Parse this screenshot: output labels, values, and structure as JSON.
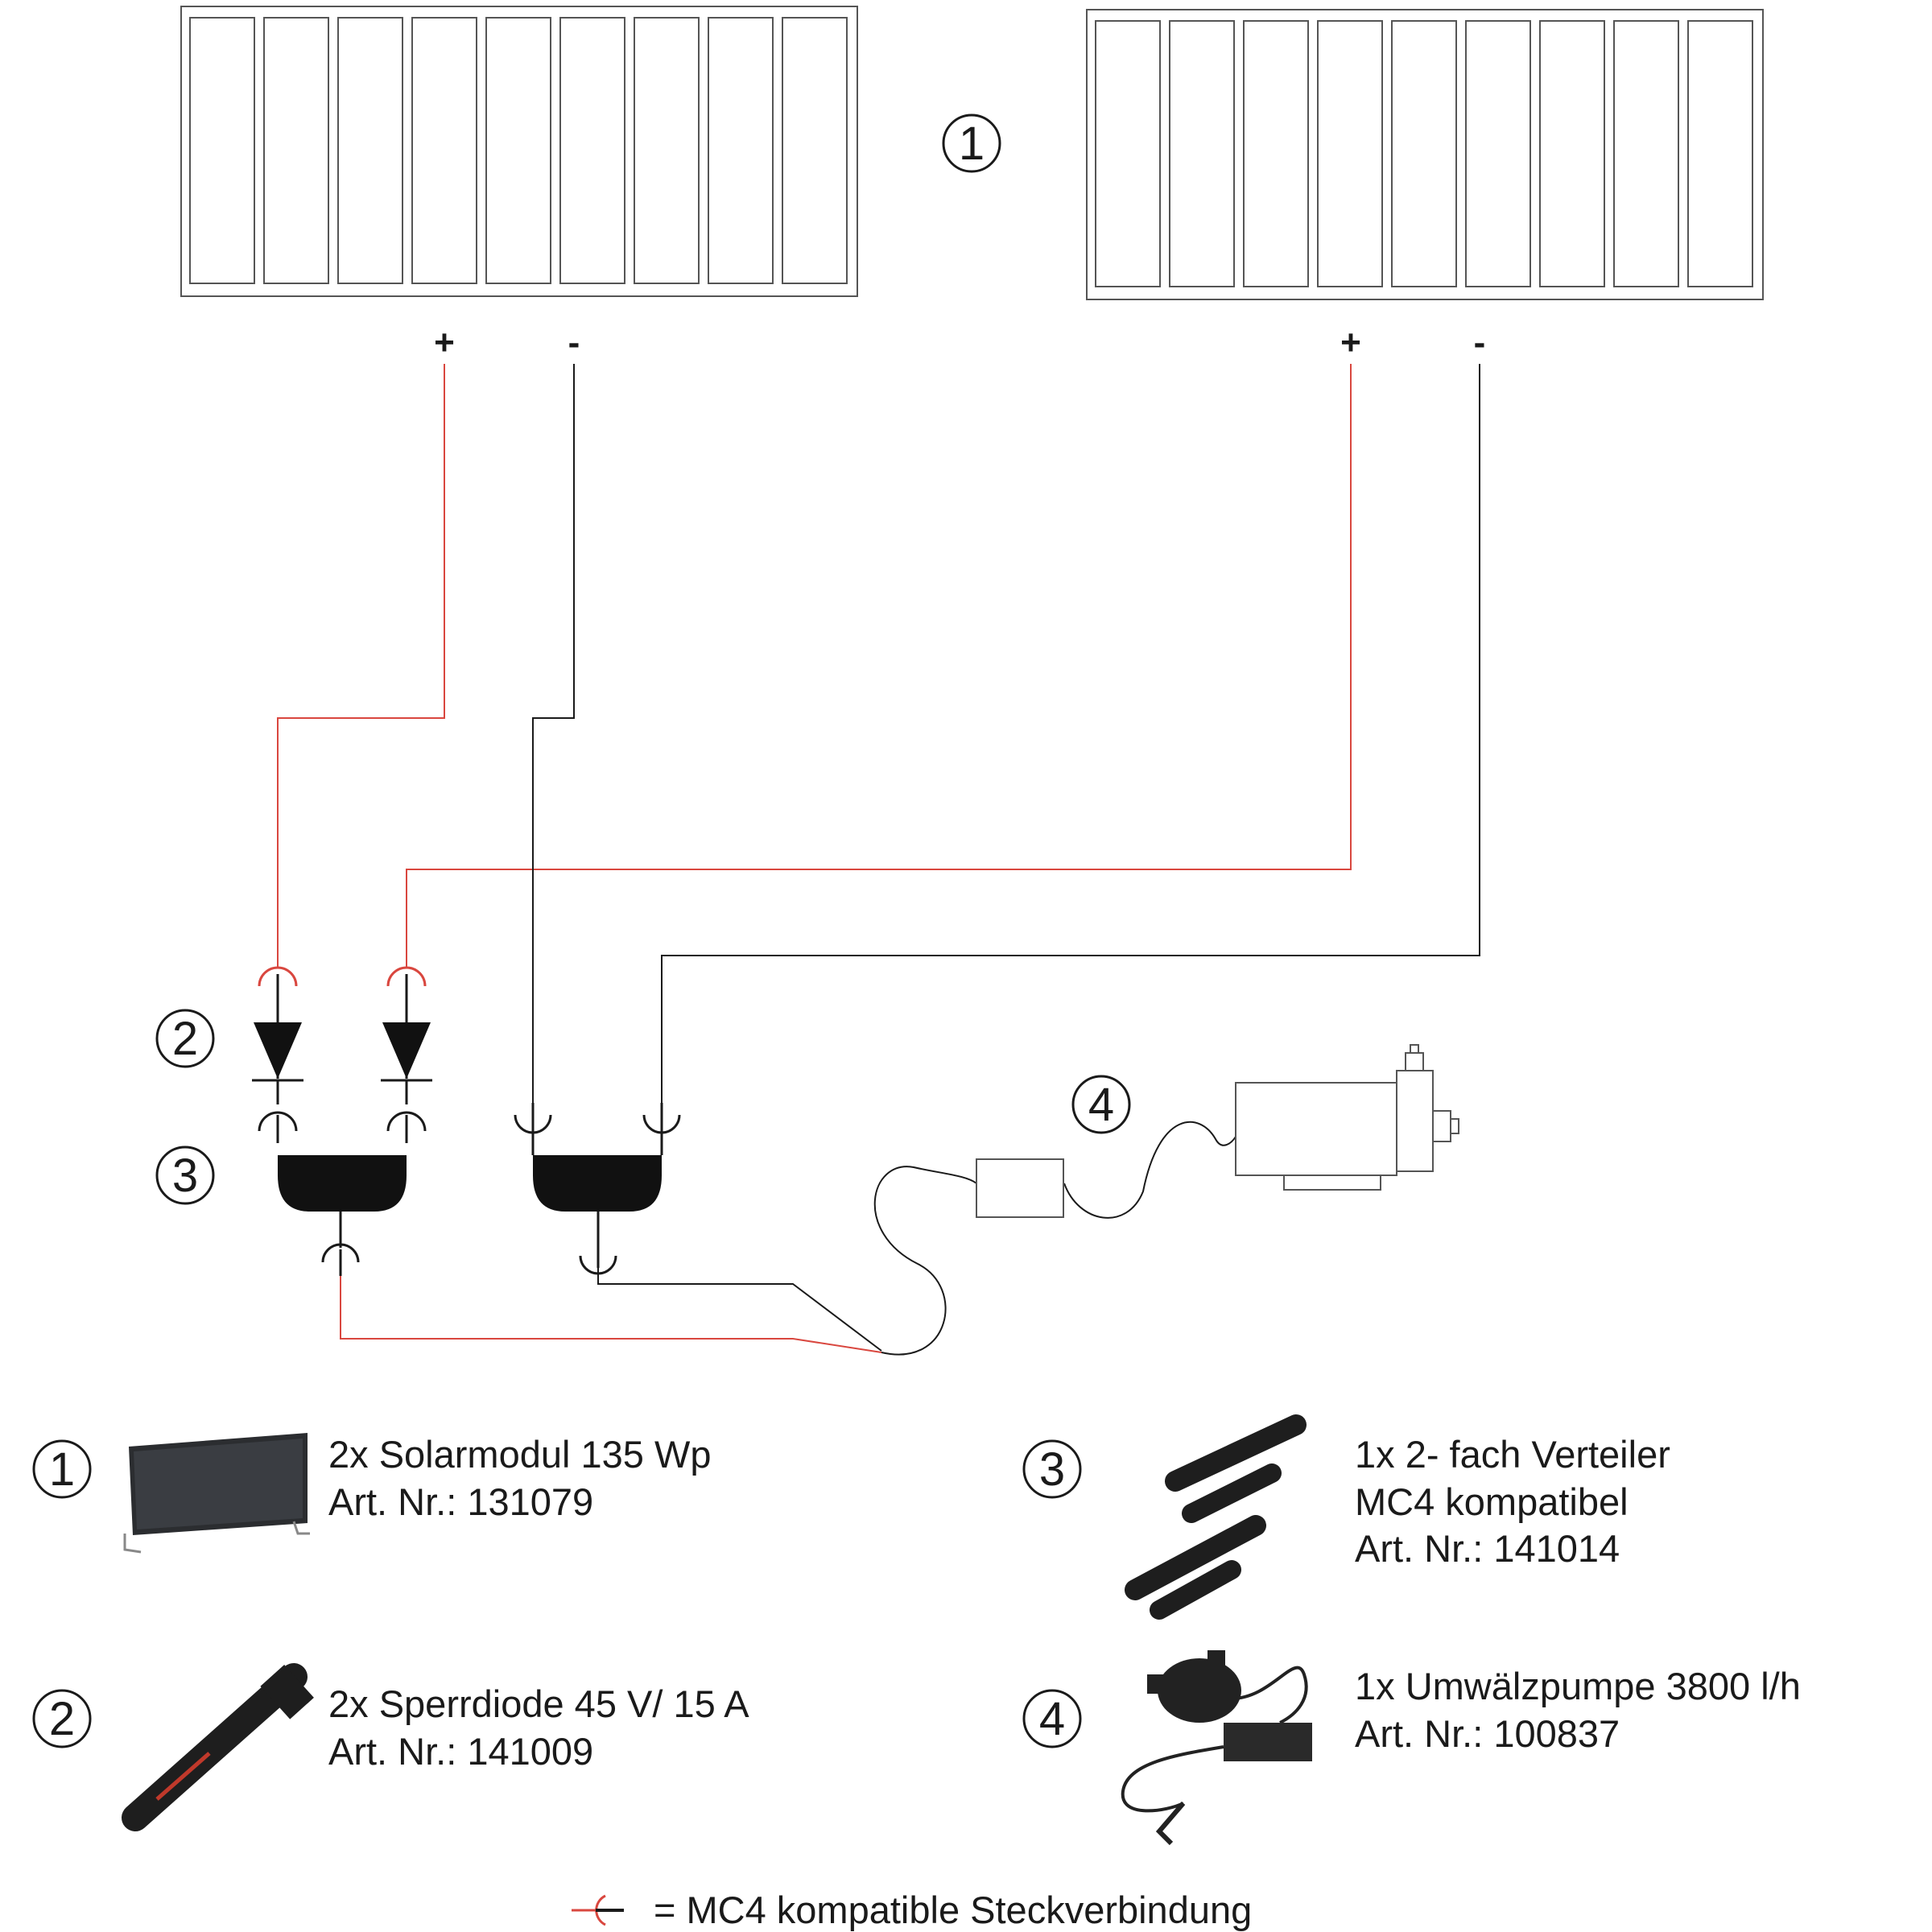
{
  "diagram": {
    "top_marker": "1",
    "polarity": {
      "plus": "+",
      "minus": "-"
    },
    "part_markers": {
      "diode": "2",
      "splitter": "3",
      "pump": "4"
    }
  },
  "legend": [
    {
      "number": "1",
      "lines": [
        "2x Solarmodul 135 Wp",
        "Art. Nr.: 131079"
      ],
      "icon": "solar-module-icon"
    },
    {
      "number": "2",
      "lines": [
        "2x Sperrdiode 45 V/ 15 A",
        "Art. Nr.: 141009"
      ],
      "icon": "blocking-diode-icon"
    },
    {
      "number": "3",
      "lines": [
        "1x 2- fach Verteiler",
        "MC4 kompatibel",
        "Art. Nr.: 141014"
      ],
      "icon": "mc4-splitter-icon"
    },
    {
      "number": "4",
      "lines": [
        "1x Umwälzpumpe 3800 l/h",
        "Art. Nr.: 100837"
      ],
      "icon": "circulation-pump-icon"
    }
  ],
  "footnote": "= MC4 kompatible Steckverbindung",
  "colors": {
    "positive_wire": "#d9473f",
    "negative_wire": "#1a1a1a",
    "outline": "#555555"
  }
}
